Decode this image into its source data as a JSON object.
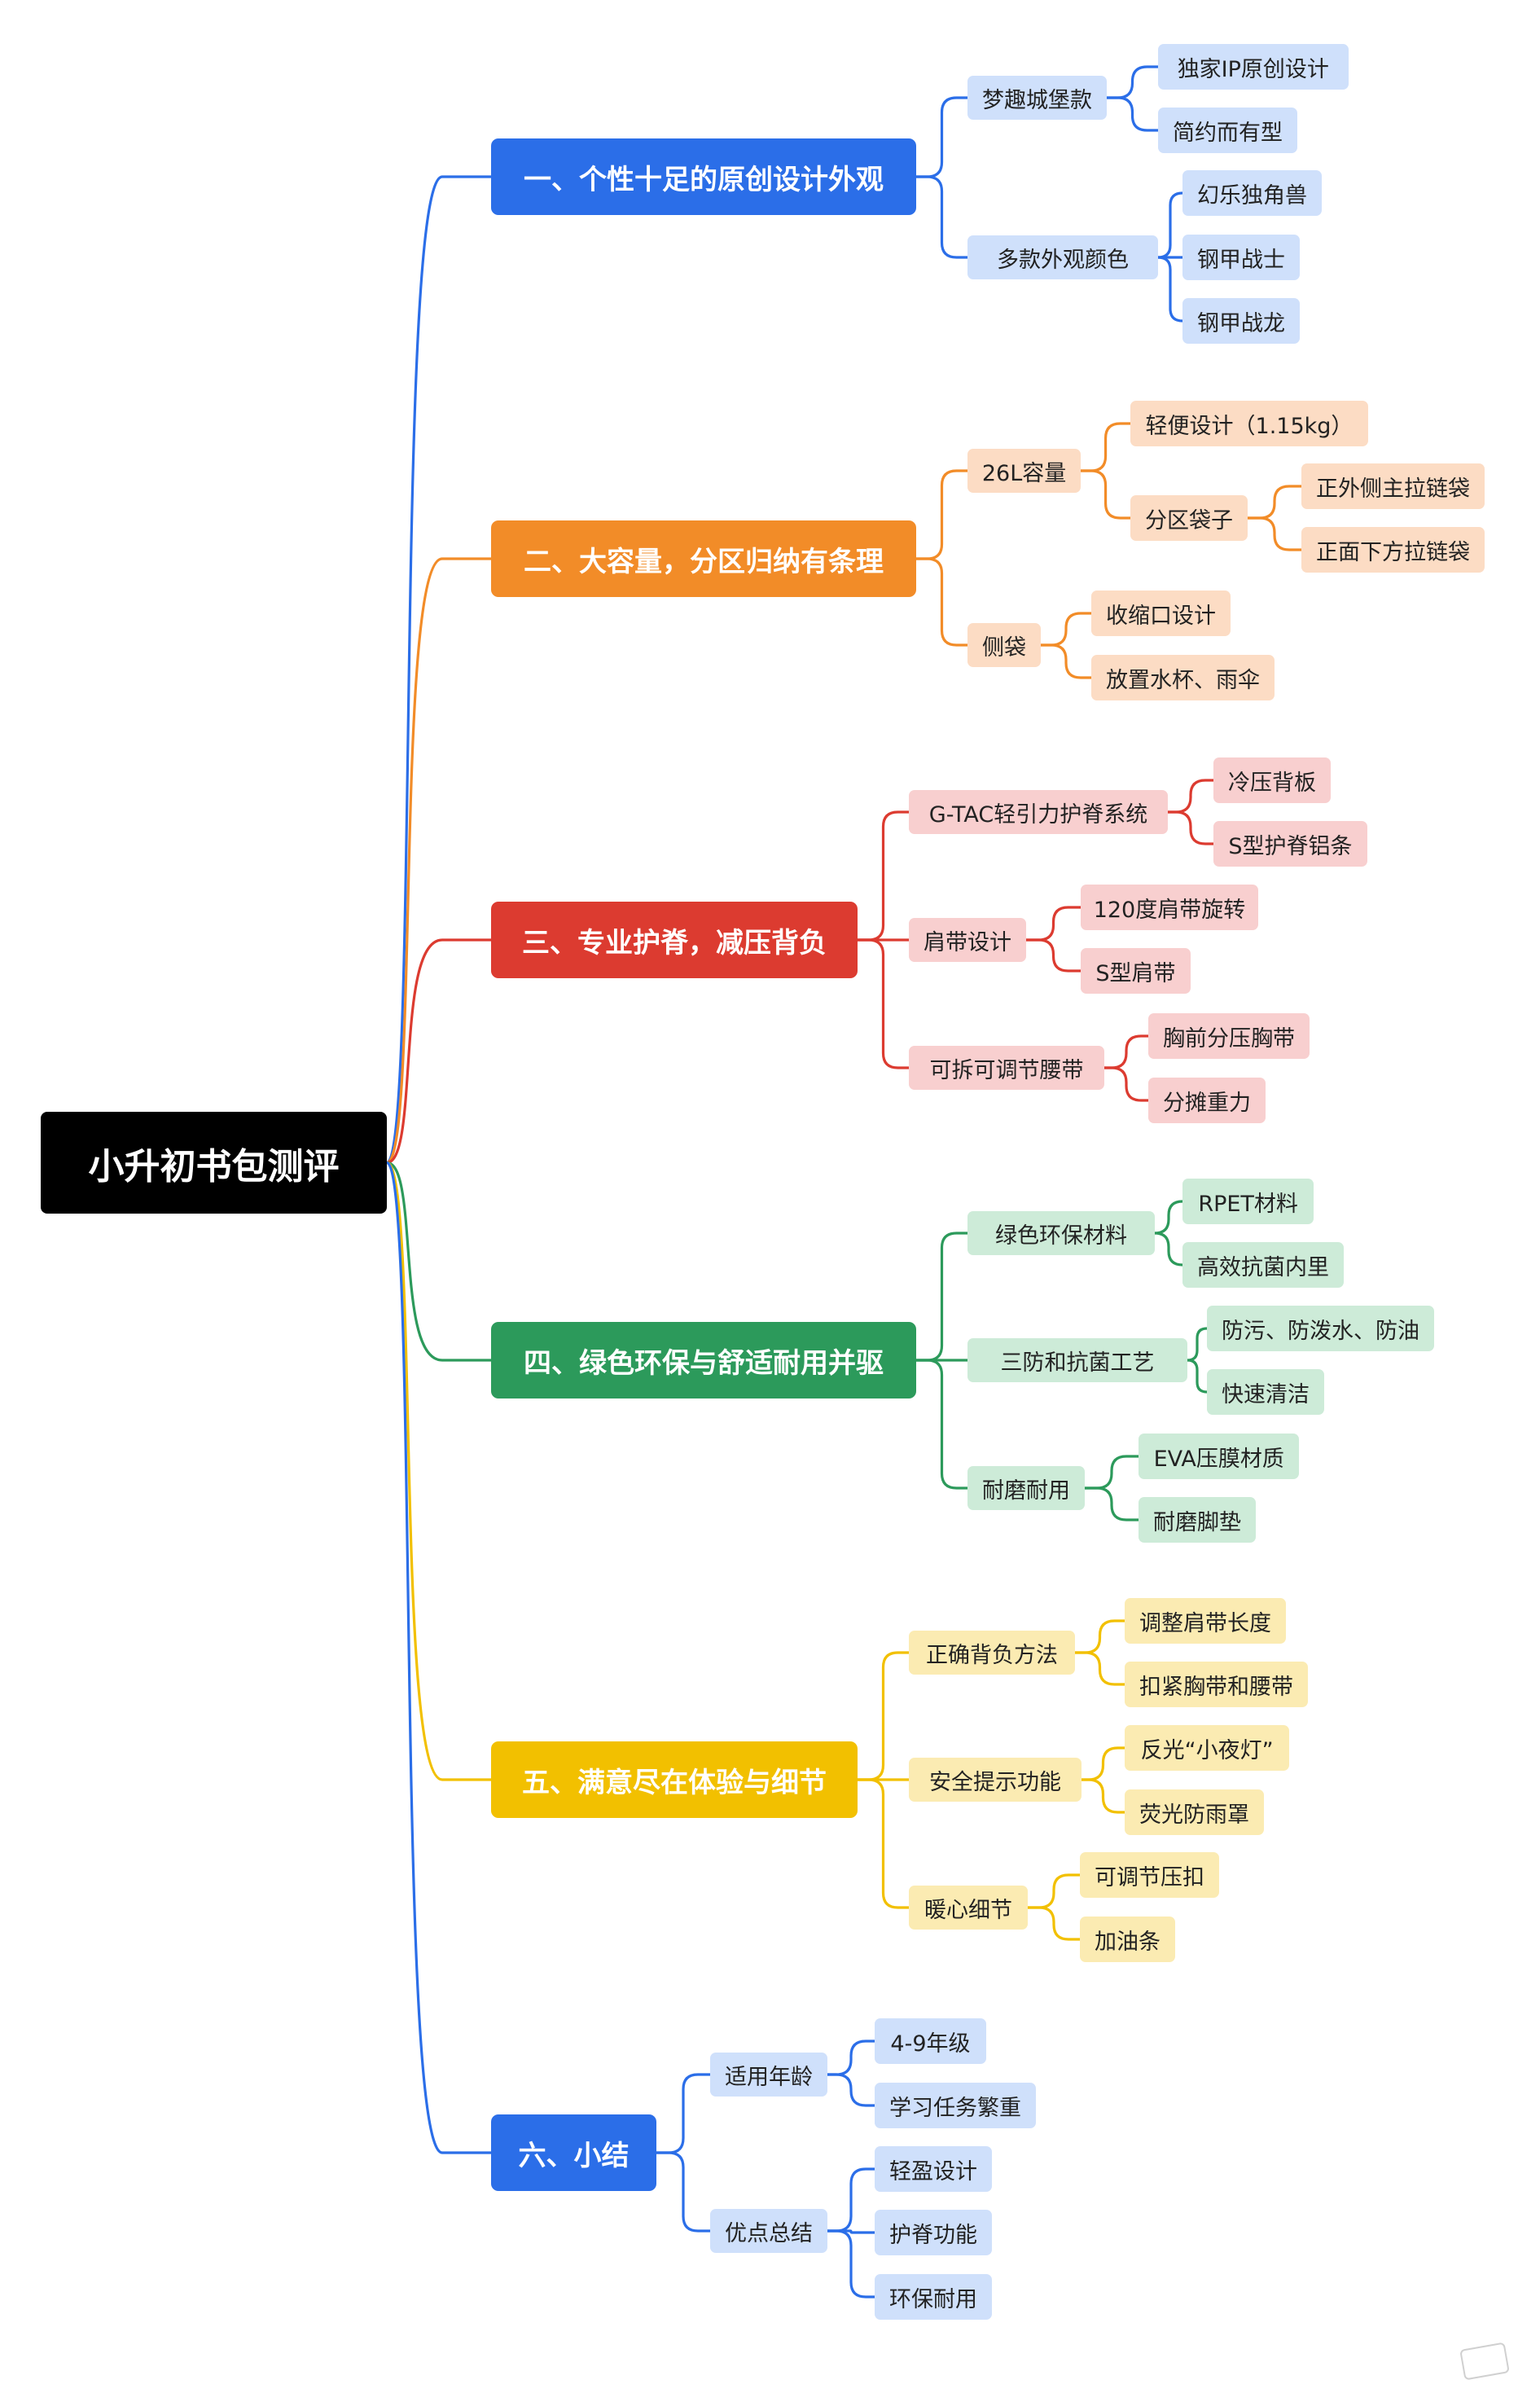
{
  "root": {
    "label": "小升初书包测评"
  },
  "colors": {
    "blue": "#2b6ee8",
    "orange": "#f28c28",
    "red": "#dc3b30",
    "green": "#2c9a5b",
    "yellow": "#f2c000"
  },
  "branches": [
    {
      "id": "b1",
      "label": "一、个性十足的原创设计外观",
      "color": "blue",
      "children": [
        {
          "label": "梦趣城堡款",
          "children": [
            {
              "label": "独家IP原创设计"
            },
            {
              "label": "简约而有型"
            }
          ]
        },
        {
          "label": "多款外观颜色",
          "children": [
            {
              "label": "幻乐独角兽"
            },
            {
              "label": "钢甲战士"
            },
            {
              "label": "钢甲战龙"
            }
          ]
        }
      ]
    },
    {
      "id": "b2",
      "label": "二、大容量，分区归纳有条理",
      "color": "orange",
      "children": [
        {
          "label": "26L容量",
          "children": [
            {
              "label": "轻便设计（1.15kg）"
            },
            {
              "label": "分区袋子",
              "children": [
                {
                  "label": "正外侧主拉链袋"
                },
                {
                  "label": "正面下方拉链袋"
                }
              ]
            }
          ]
        },
        {
          "label": "侧袋",
          "children": [
            {
              "label": "收缩口设计"
            },
            {
              "label": "放置水杯、雨伞"
            }
          ]
        }
      ]
    },
    {
      "id": "b3",
      "label": "三、专业护脊，减压背负",
      "color": "red",
      "children": [
        {
          "label": "G-TAC轻引力护脊系统",
          "children": [
            {
              "label": "冷压背板"
            },
            {
              "label": "S型护脊铝条"
            }
          ]
        },
        {
          "label": "肩带设计",
          "children": [
            {
              "label": "120度肩带旋转"
            },
            {
              "label": "S型肩带"
            }
          ]
        },
        {
          "label": "可拆可调节腰带",
          "children": [
            {
              "label": "胸前分压胸带"
            },
            {
              "label": "分摊重力"
            }
          ]
        }
      ]
    },
    {
      "id": "b4",
      "label": "四、绿色环保与舒适耐用并驱",
      "color": "green",
      "children": [
        {
          "label": "绿色环保材料",
          "children": [
            {
              "label": "RPET材料"
            },
            {
              "label": "高效抗菌内里"
            }
          ]
        },
        {
          "label": "三防和抗菌工艺",
          "children": [
            {
              "label": "防污、防泼水、防油"
            },
            {
              "label": "快速清洁"
            }
          ]
        },
        {
          "label": "耐磨耐用",
          "children": [
            {
              "label": "EVA压膜材质"
            },
            {
              "label": "耐磨脚垫"
            }
          ]
        }
      ]
    },
    {
      "id": "b5",
      "label": "五、满意尽在体验与细节",
      "color": "yellow",
      "children": [
        {
          "label": "正确背负方法",
          "children": [
            {
              "label": "调整肩带长度"
            },
            {
              "label": "扣紧胸带和腰带"
            }
          ]
        },
        {
          "label": "安全提示功能",
          "children": [
            {
              "label": "反光“小夜灯”"
            },
            {
              "label": "荧光防雨罩"
            }
          ]
        },
        {
          "label": "暖心细节",
          "children": [
            {
              "label": "可调节压扣"
            },
            {
              "label": "加油条"
            }
          ]
        }
      ]
    },
    {
      "id": "b6",
      "label": "六、小结",
      "color": "blue",
      "children": [
        {
          "label": "适用年龄",
          "children": [
            {
              "label": "4-9年级"
            },
            {
              "label": "学习任务繁重"
            }
          ]
        },
        {
          "label": "优点总结",
          "children": [
            {
              "label": "轻盈设计"
            },
            {
              "label": "护脊功能"
            },
            {
              "label": "环保耐用"
            }
          ]
        }
      ]
    }
  ]
}
